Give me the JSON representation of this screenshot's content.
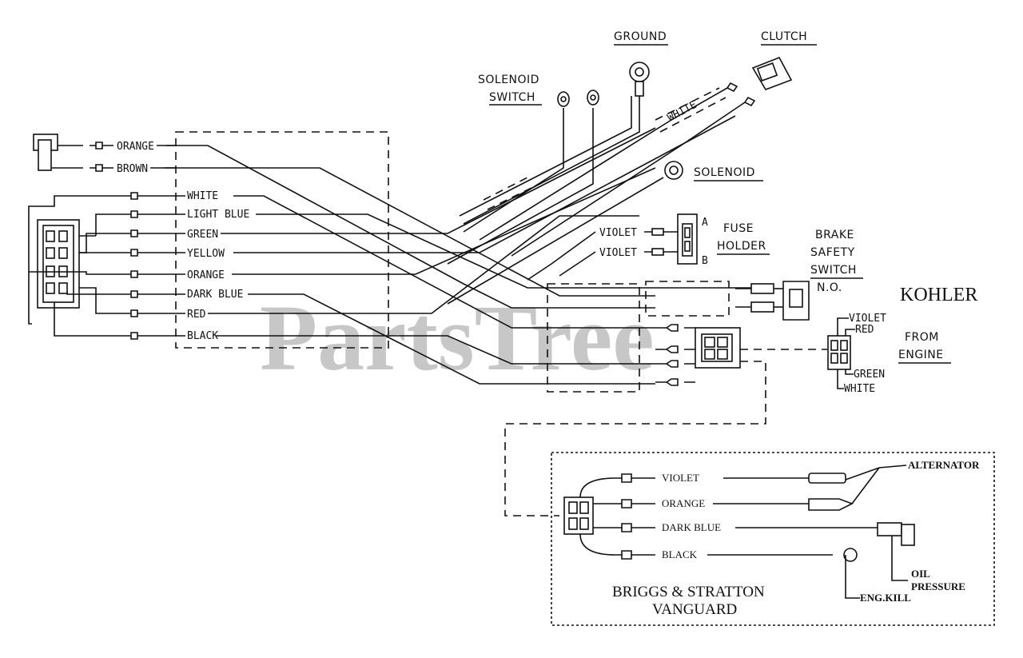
{
  "watermark": "PartsTree",
  "labels": {
    "ground": "GROUND",
    "clutch": "CLUTCH",
    "solenoid_switch_1": "SOLENOID",
    "solenoid_switch_2": "SWITCH",
    "solenoid": "SOLENOID",
    "fuse_holder_1": "FUSE",
    "fuse_holder_2": "HOLDER",
    "fuse_a": "A",
    "fuse_b": "B",
    "brake_1": "BRAKE",
    "brake_2": "SAFETY",
    "brake_3": "SWITCH",
    "brake_4": "N.O.",
    "kohler": "KOHLER",
    "from_engine_1": "FROM",
    "from_engine_2": "ENGINE",
    "briggs_1": "BRIGGS & STRATTON",
    "briggs_2": "VANGUARD",
    "alternator": "ALTERNATOR",
    "oil_pressure_1": "OIL",
    "oil_pressure_2": "PRESSURE",
    "eng_kill": "ENG.KILL"
  },
  "wires": {
    "orange_top": "ORANGE",
    "brown": "BROWN",
    "white": "WHITE",
    "light_blue": "LIGHT BLUE",
    "green": "GREEN",
    "yellow": "YELLOW",
    "orange": "ORANGE",
    "dark_blue": "DARK BLUE",
    "red": "RED",
    "black": "BLACK",
    "clutch_white": "WHITE",
    "violet_a": "VIOLET",
    "violet_b": "VIOLET"
  },
  "kohler_plug": {
    "violet": "VIOLET",
    "red": "RED",
    "green": "GREEN",
    "white": "WHITE"
  },
  "briggs_wires": {
    "violet": "VIOLET",
    "orange": "ORANGE",
    "dark_blue": "DARK BLUE",
    "black": "BLACK"
  }
}
